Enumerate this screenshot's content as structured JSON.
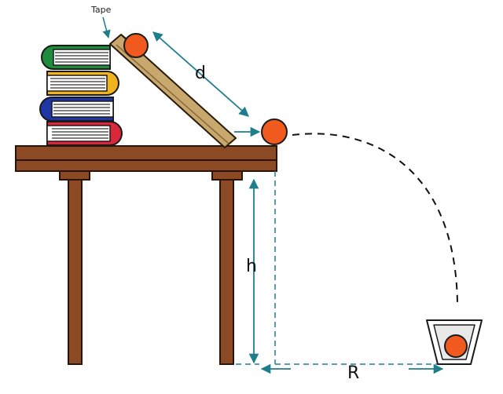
{
  "labels": {
    "tape": "Tape",
    "ramp_length": "d",
    "height": "h",
    "range": "R"
  },
  "colors": {
    "wood": "#8B4A24",
    "wood_dark": "#6B3518",
    "ramp": "#C9A86E",
    "ball": "#F05A1E",
    "dimension_arrow": "#1E7E8C",
    "trajectory": "#111111",
    "book_green": "#1E8C3A",
    "book_yellow": "#F2B41E",
    "book_blue": "#1F36A6",
    "book_red": "#D8283A",
    "cup_fill": "#E8E8E8"
  },
  "scene": {
    "book_stack": [
      "green",
      "yellow",
      "blue",
      "red"
    ],
    "objects": [
      "book-stack",
      "inclined-ramp",
      "table",
      "ball",
      "cup",
      "trajectory"
    ]
  }
}
